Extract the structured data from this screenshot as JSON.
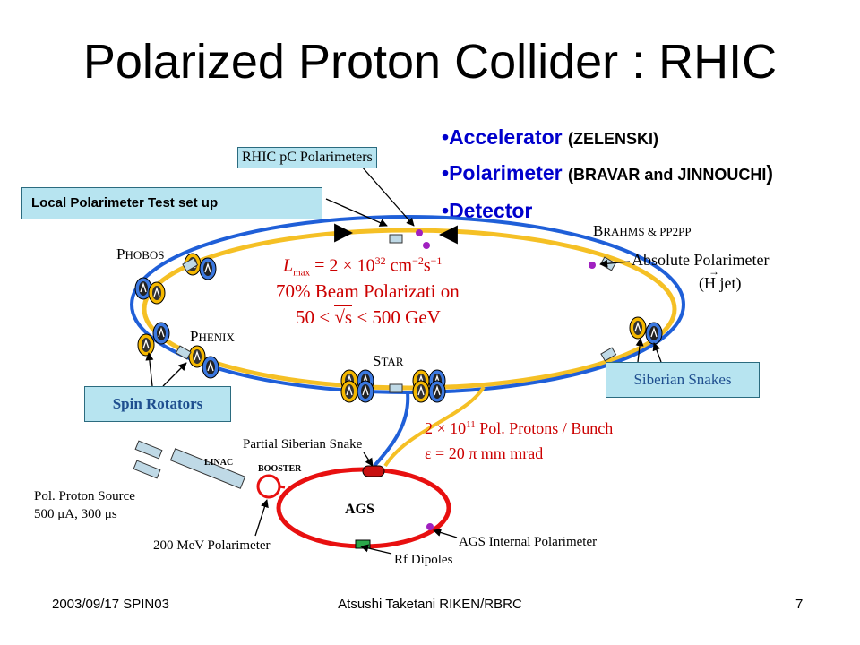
{
  "title": "Polarized Proton Collider : RHIC",
  "bullets": [
    {
      "main": "Accelerator",
      "sub": "(ZELENSKI)",
      "dot": "•"
    },
    {
      "main": "Polarimeter",
      "sub": "(BRAVAR and JINNOUCHI",
      "close": ")",
      "dot": "•"
    },
    {
      "main": "Detector",
      "sub": "",
      "dot": "•"
    }
  ],
  "labels": {
    "rhic_pc": "RHIC pC Polarimeters",
    "local_test": "Local Polarimeter Test set up",
    "brahms_b": "B",
    "brahms_rest": "RAHMS & PP2PP",
    "absolute": "Absolute Polarimeter",
    "hjet": "(H jet)",
    "hjet_arrow": "→",
    "phobos_p": "P",
    "phobos_rest": "HOBOS",
    "phenix_p": "P",
    "phenix_rest": "HENIX",
    "star_s": "S",
    "star_rest": "TAR",
    "siberian": "Siberian Snakes",
    "spin_rot": "Spin Rotators",
    "protons_pre": "2 × 10",
    "protons_exp": "11",
    "protons_post": " Pol. Protons / Bunch",
    "emittance": "ε = 20 π mm mrad",
    "partial": "Partial Siberian Snake",
    "linac": "LINAC",
    "booster": "BOOSTER",
    "source_1": "Pol. Proton Source",
    "source_2": "500 μA, 300 μs",
    "ags": "AGS",
    "mev": "200 MeV Polarimeter",
    "ags_int": "AGS Internal Polarimeter",
    "rf": "Rf Dipoles"
  },
  "formula": {
    "lum_lhs": "L",
    "lum_sub": "max",
    "lum_rhs": "= 2 × 10",
    "lum_e1": "32",
    "lum_cm": " cm",
    "lum_e2": "−2",
    "lum_s": "s",
    "lum_e3": "−1",
    "pol": "70% Beam Polarizati on",
    "sqrt_pre": "50 < ",
    "sqrt_s": "s",
    "sqrt_post": " < 500 GeV"
  },
  "footer": {
    "left": "2003/09/17 SPIN03",
    "center": "Atsushi Taketani RIKEN/RBRC",
    "right": "7"
  },
  "colors": {
    "blue_ring": "#1f5fd8",
    "yellow_ring": "#f5c025",
    "ags_ring": "#e81010",
    "label_box": "#b7e4f0",
    "bullet_text": "#0000cc",
    "formula_text": "#cc0000"
  }
}
